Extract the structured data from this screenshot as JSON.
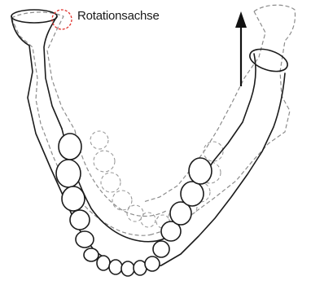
{
  "labels": {
    "rotation_axis": "Rotationsachse"
  },
  "colors": {
    "outline": "#1b1b1b",
    "dashed_outline": "#8c8c8c",
    "rotation_marker": "#e0312b",
    "arrow": "#111111"
  },
  "icons": {
    "rotation_marker": "dashed-circle",
    "direction": "up-arrow"
  }
}
